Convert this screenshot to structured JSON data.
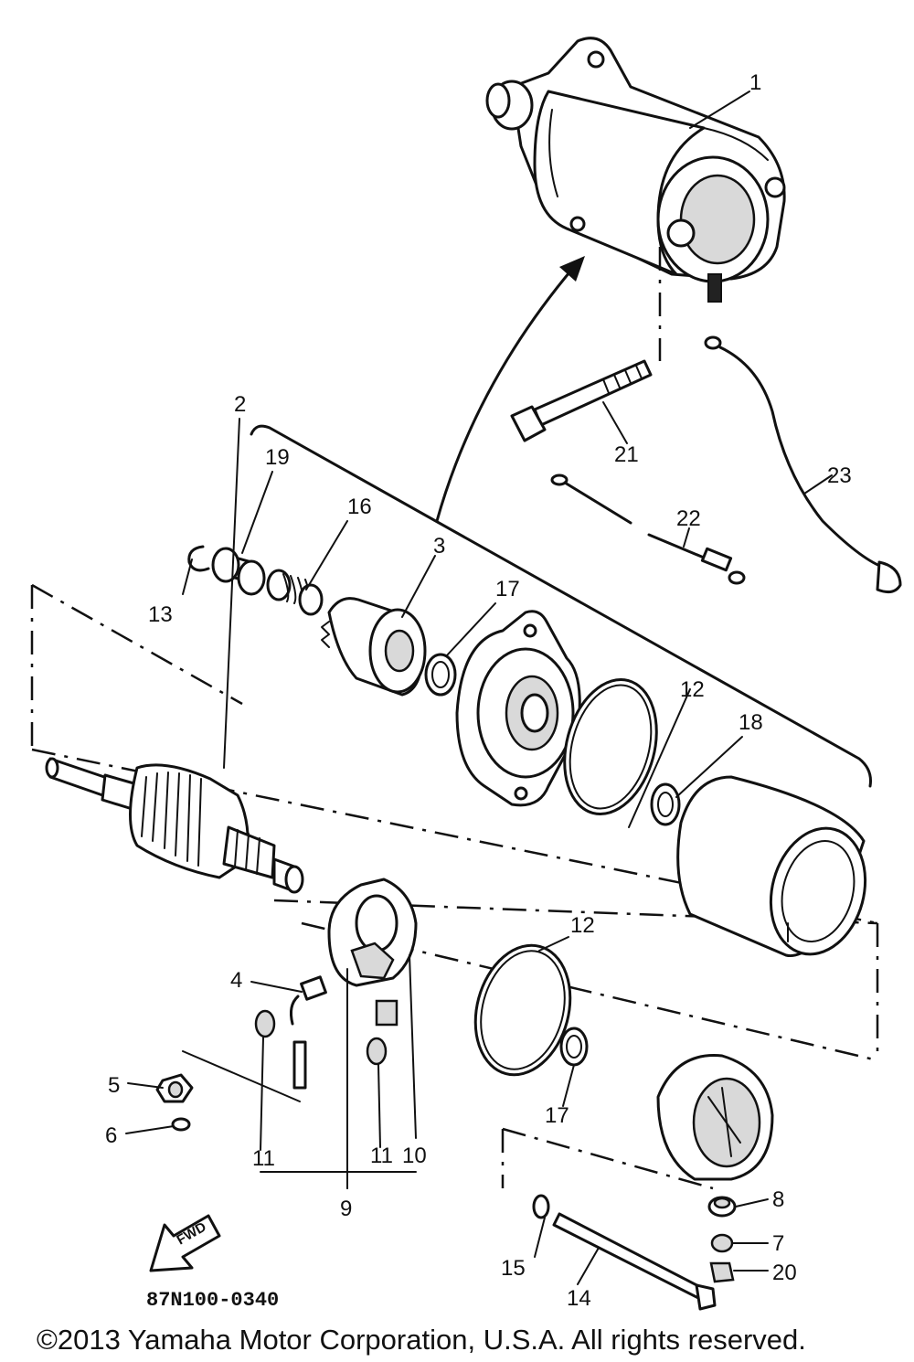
{
  "diagram": {
    "drawing_code": "87N100-0340",
    "fwd_label": "FWD",
    "copyright": "©2013 Yamaha Motor Corporation, U.S.A. All rights reserved.",
    "callouts": {
      "c1": "1",
      "c2": "2",
      "c3": "3",
      "c4": "4",
      "c5": "5",
      "c6": "6",
      "c7": "7",
      "c8": "8",
      "c9": "9",
      "c10": "10",
      "c11a": "11",
      "c11b": "11",
      "c12a": "12",
      "c12b": "12",
      "c13": "13",
      "c14": "14",
      "c15": "15",
      "c16": "16",
      "c17a": "17",
      "c17b": "17",
      "c18": "18",
      "c19": "19",
      "c20": "20",
      "c21": "21",
      "c22": "22",
      "c23": "23"
    }
  }
}
